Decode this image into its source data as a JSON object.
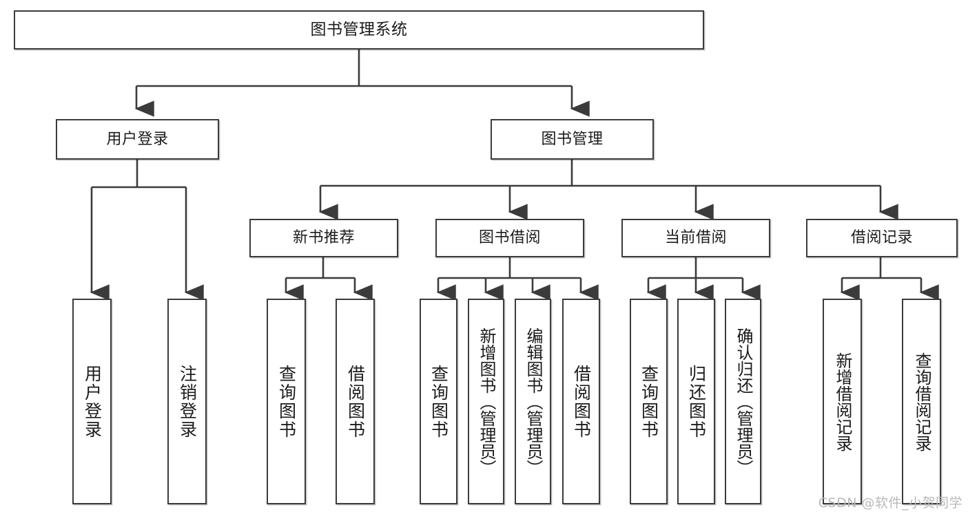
{
  "diagram": {
    "title": "图书管理系统",
    "type": "tree",
    "orientation": "top-down",
    "stroke_color": "#3b3b3b",
    "fill_color": "#ffffff",
    "text_color": "#1b1b1b",
    "watermark": "CSDN @软件_小贺同学"
  },
  "nodes": {
    "root": {
      "label": "图书管理系统"
    },
    "level1": [
      {
        "label": "用户登录"
      },
      {
        "label": "图书管理"
      }
    ],
    "level2": [
      {
        "label": "新书推荐"
      },
      {
        "label": "图书借阅"
      },
      {
        "label": "当前借阅"
      },
      {
        "label": "借阅记录"
      }
    ],
    "leaves": {
      "user_login": [
        {
          "label": "用户登录"
        },
        {
          "label": "注销登录"
        }
      ],
      "new_book_recommend": [
        {
          "label": "查询图书"
        },
        {
          "label": "借阅图书"
        }
      ],
      "book_borrow": [
        {
          "label": "查询图书"
        },
        {
          "label": "新增图书（管理员）"
        },
        {
          "label": "编辑图书（管理员）"
        },
        {
          "label": "借阅图书"
        }
      ],
      "current_borrow": [
        {
          "label": "查询图书"
        },
        {
          "label": "归还图书"
        },
        {
          "label": "确认归还（管理员）"
        }
      ],
      "borrow_record": [
        {
          "label": "新增借阅记录"
        },
        {
          "label": "查询借阅记录"
        }
      ]
    }
  }
}
